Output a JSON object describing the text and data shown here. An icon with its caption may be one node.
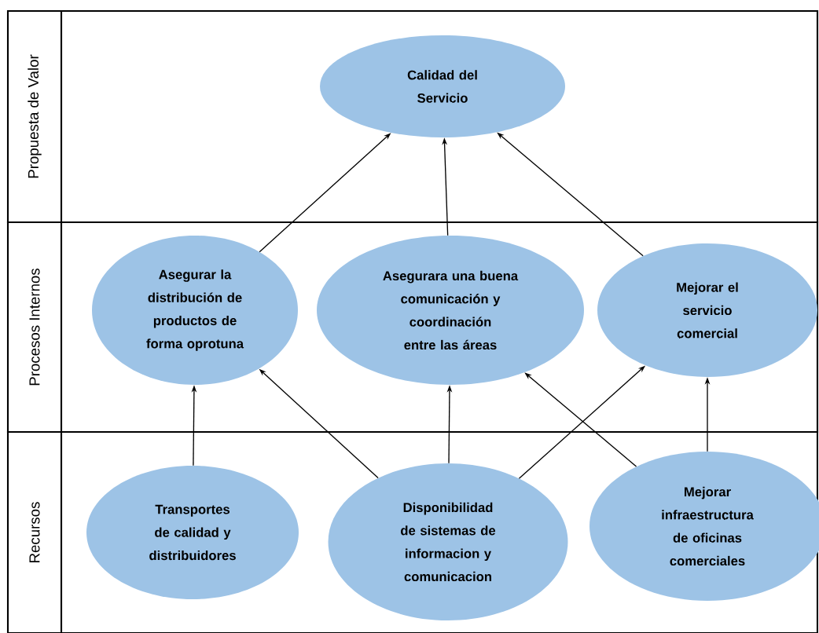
{
  "diagram": {
    "nodes": [
      {
        "text": [
          "Propuesta de Valor"
        ]
      },
      {
        "text": [
          "Calidad del Servicio"
        ],
        "in": 0
      },
      {
        "text": [
          "Procesos Internos"
        ]
      },
      {
        "text": [
          "Asegurar la distribución de productos de forma oprotuna"
        ],
        "in": 2
      },
      {
        "text": [
          "Asegurara una buena comunicación y coordinación entre las áreas"
        ],
        "in": 2
      },
      {
        "text": [
          "Mejorar el servicio comercial"
        ],
        "in": 2
      },
      {
        "text": [
          "Recursos"
        ]
      },
      {
        "text": [
          "Transportes de calidad y distribuidores"
        ],
        "in": 6
      },
      {
        "text": [
          "Disponibilidad de sistemas de informacion y comunicacion"
        ],
        "in": 6
      },
      {
        "text": [
          "Mejorar infraestructura de oficinas comerciales"
        ],
        "in": 6
      }
    ],
    "edges": [
      {
        "from": 3,
        "to": 1,
        "arrow": "to"
      },
      {
        "from": 4,
        "to": 1,
        "arrow": "to"
      },
      {
        "from": 5,
        "to": 1,
        "arrow": "to"
      },
      {
        "from": 7,
        "to": 3,
        "arrow": "to"
      },
      {
        "from": 8,
        "to": 3,
        "arrow": "to"
      },
      {
        "from": 8,
        "to": 4,
        "arrow": "to"
      },
      {
        "from": 8,
        "to": 5,
        "arrow": "to"
      },
      {
        "from": 9,
        "to": 4,
        "arrow": "to"
      },
      {
        "from": 9,
        "to": 5,
        "arrow": "to"
      }
    ]
  }
}
